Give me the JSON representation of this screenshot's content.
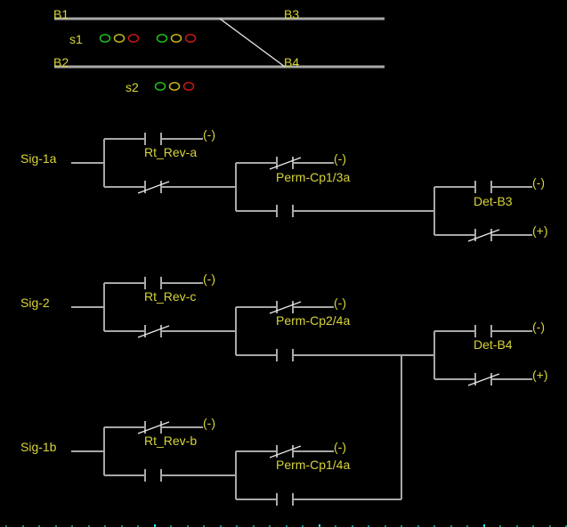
{
  "track_layout": {
    "blocks": [
      {
        "id": "B1",
        "label": "B1"
      },
      {
        "id": "B2",
        "label": "B2"
      },
      {
        "id": "B3",
        "label": "B3"
      },
      {
        "id": "B4",
        "label": "B4"
      }
    ],
    "signals": [
      {
        "id": "s1",
        "label": "s1",
        "heads": [
          [
            "green",
            "yellow",
            "red"
          ],
          [
            "green",
            "yellow",
            "red"
          ]
        ]
      },
      {
        "id": "s2",
        "label": "s2",
        "heads": [
          [
            "green",
            "yellow",
            "red"
          ]
        ]
      }
    ]
  },
  "colors": {
    "background": "#000000",
    "label": "#d8d43a",
    "wire": "#a8a8a8",
    "slash": "#e8e8e8",
    "green": "#1cc21c",
    "yellow": "#c8b818",
    "red": "#c81818",
    "ruler": "#0d8a8a",
    "ruler_major": "#19e8e8"
  },
  "ladder": {
    "rungs": [
      {
        "input": "Sig-1a",
        "branch1": {
          "top_contact": "Rt_Rev-a",
          "top_type": "NO",
          "top_coil": "(-)",
          "bottom_type": "NC"
        },
        "branch2": {
          "top_contact": "Perm-Cp1/3a",
          "top_type": "NC",
          "top_coil": "(-)",
          "bottom_type": "NO"
        },
        "branch3": {
          "top_contact": "Det-B3",
          "top_type": "NO",
          "top_coil": "(-)",
          "bottom_type": "NC",
          "bottom_coil": "(+)"
        }
      },
      {
        "input": "Sig-2",
        "branch1": {
          "top_contact": "Rt_Rev-c",
          "top_type": "NO",
          "top_coil": "(-)",
          "bottom_type": "NC"
        },
        "branch2": {
          "top_contact": "Perm-Cp2/4a",
          "top_type": "NC",
          "top_coil": "(-)",
          "bottom_type": "NO"
        },
        "branch3": {
          "top_contact": "Det-B4",
          "top_type": "NO",
          "top_coil": "(-)",
          "bottom_type": "NC",
          "bottom_coil": "(+)"
        }
      },
      {
        "input": "Sig-1b",
        "branch1": {
          "top_contact": "Rt_Rev-b",
          "top_type": "NC",
          "top_coil": "(-)",
          "bottom_type": "NO"
        },
        "branch2": {
          "top_contact": "Perm-Cp1/4a",
          "top_type": "NC",
          "top_coil": "(-)",
          "bottom_type": "NO"
        }
      }
    ]
  }
}
